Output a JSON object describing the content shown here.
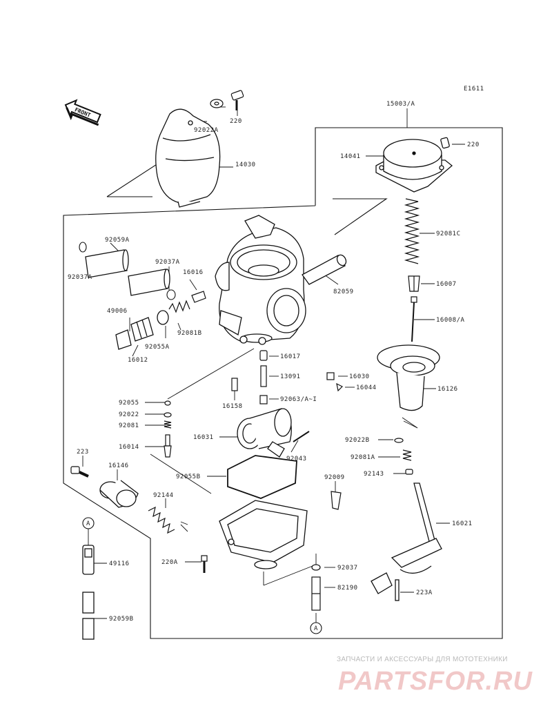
{
  "diagram_code": "E1611",
  "front_label": "FRONT",
  "callout_ref": "A",
  "labels": {
    "p14030": "14030",
    "p92022A": "92022A",
    "p220_top": "220",
    "p15003A": "15003/A",
    "p220_cap": "220",
    "p14041": "14041",
    "p92081C": "92081C",
    "p16007": "16007",
    "p16008A": "16008/A",
    "p16126": "16126",
    "p92059A": "92059A",
    "p92037A_left": "92037A",
    "p92037A_mid": "92037A",
    "p16016": "16016",
    "p82059": "82059",
    "p49006": "49006",
    "p92081B": "92081B",
    "p92055A": "92055A",
    "p16012": "16012",
    "p16017": "16017",
    "p13091": "13091",
    "p16030": "16030",
    "p16044": "16044",
    "p16158": "16158",
    "p92063": "92063/A~I",
    "p92055": "92055",
    "p92022": "92022",
    "p92081": "92081",
    "p16014": "16014",
    "p16031": "16031",
    "p92043": "92043",
    "p92022B": "92022B",
    "p92081A": "92081A",
    "p92143": "92143",
    "p223": "223",
    "p16146": "16146",
    "p92055B": "92055B",
    "p92009": "92009",
    "p92144": "92144",
    "p16021": "16021",
    "p220A": "220A",
    "p92037": "92037",
    "p82190": "82190",
    "p223A": "223A",
    "p49116": "49116",
    "p92059B": "92059B"
  },
  "watermark": {
    "caption": "ЗАПЧАСТИ И АКСЕССУАРЫ ДЛЯ МОТОТЕХНИКИ",
    "logo": "PARTSFOR.RU"
  }
}
